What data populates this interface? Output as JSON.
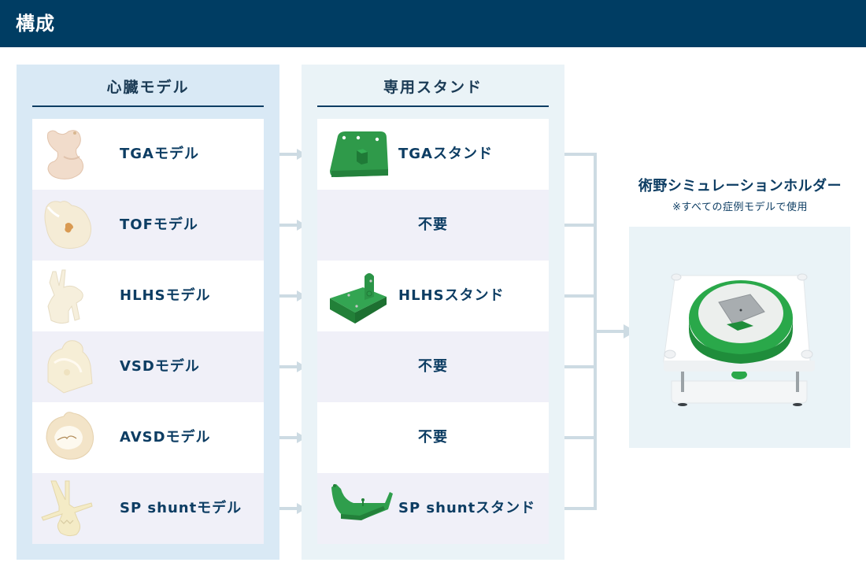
{
  "header": {
    "title": "構成"
  },
  "models_panel": {
    "title": "心臓モデル",
    "items": [
      {
        "label": "TGAモデル",
        "image": "tga-heart-model"
      },
      {
        "label": "TOFモデル",
        "image": "tof-heart-model"
      },
      {
        "label": "HLHSモデル",
        "image": "hlhs-heart-model"
      },
      {
        "label": "VSDモデル",
        "image": "vsd-heart-model"
      },
      {
        "label": "AVSDモデル",
        "image": "avsd-heart-model"
      },
      {
        "label": "SP shuntモデル",
        "image": "sp-shunt-heart-model"
      }
    ]
  },
  "stands_panel": {
    "title": "専用スタンド",
    "items": [
      {
        "label": "TGAスタンド",
        "image": "tga-stand",
        "has_image": true
      },
      {
        "label": "不要",
        "has_image": false
      },
      {
        "label": "HLHSスタンド",
        "image": "hlhs-stand",
        "has_image": true
      },
      {
        "label": "不要",
        "has_image": false
      },
      {
        "label": "不要",
        "has_image": false
      },
      {
        "label": "SP shuntスタンド",
        "image": "sp-shunt-stand",
        "has_image": true
      }
    ]
  },
  "holder": {
    "title": "術野シミュレーションホルダー",
    "note": "※すべての症例モデルで使用",
    "image": "surgical-field-simulation-holder"
  },
  "colors": {
    "header_bg": "#003d63",
    "text_navy": "#0d3d63",
    "models_panel_bg": "#d9e9f5",
    "stands_panel_bg": "#eaf3f7",
    "row_alt_bg": "#f0f0f8",
    "connector": "#cddbe3",
    "stand_green": "#2e9e48"
  }
}
